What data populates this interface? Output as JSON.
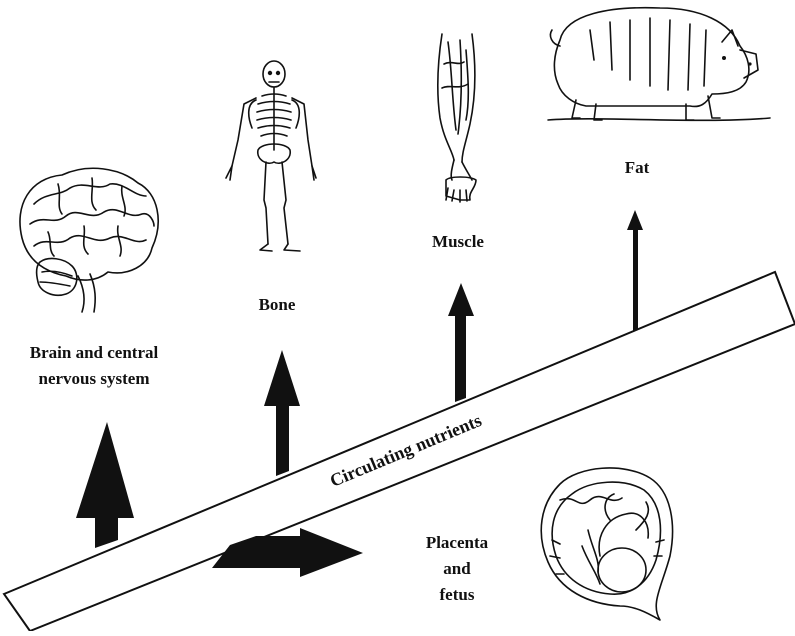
{
  "diagram": {
    "band_label": "Circulating nutrients",
    "tissues": [
      {
        "id": "brain",
        "label_lines": [
          "Brain and central",
          "nervous system"
        ],
        "icon": "brain-icon"
      },
      {
        "id": "bone",
        "label_lines": [
          "Bone"
        ],
        "icon": "skeleton-icon"
      },
      {
        "id": "muscle",
        "label_lines": [
          "Muscle"
        ],
        "icon": "muscle-icon"
      },
      {
        "id": "fat",
        "label_lines": [
          "Fat"
        ],
        "icon": "pig-icon"
      },
      {
        "id": "placenta",
        "label_lines": [
          "Placenta",
          "and",
          "fetus"
        ],
        "icon": "fetus-in-womb-icon"
      }
    ]
  },
  "colors": {
    "ink": "#111111",
    "background": "#ffffff"
  }
}
